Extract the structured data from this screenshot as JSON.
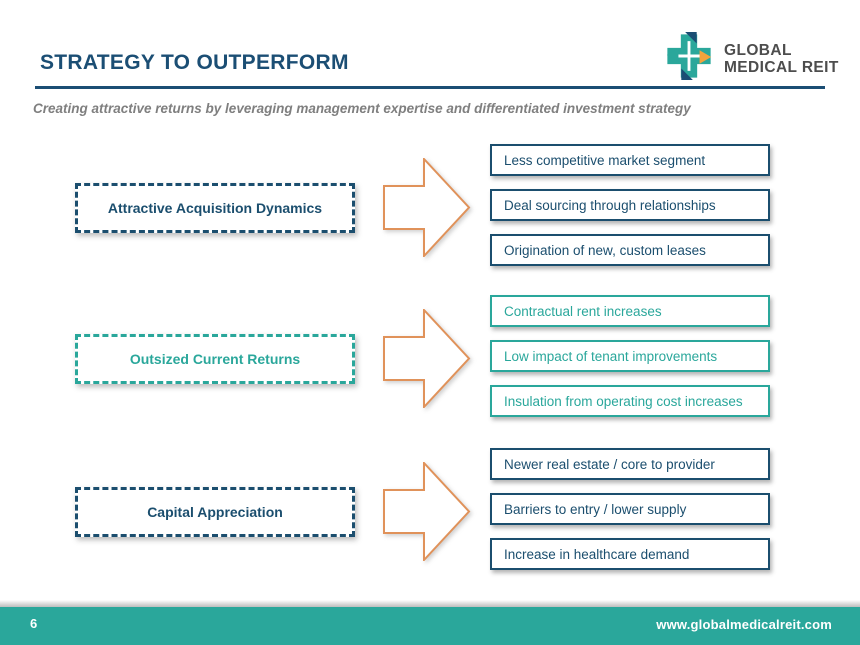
{
  "slide": {
    "title": "STRATEGY TO OUTPERFORM",
    "subtitle": "Creating attractive returns by leveraging management expertise and differentiated investment strategy"
  },
  "logo": {
    "icon": "cross-pinwheel-icon",
    "name_line1": "GLOBAL",
    "name_line2": "MEDICAL REIT"
  },
  "rows": [
    {
      "label": "Attractive Acquisition Dynamics",
      "theme_color": "#1B4E6E",
      "items": [
        "Less competitive market segment",
        "Deal sourcing through relationships",
        "Origination of new, custom leases"
      ]
    },
    {
      "label": "Outsized Current Returns",
      "theme_color": "#2AA79B",
      "items": [
        "Contractual rent increases",
        "Low impact of tenant improvements",
        "Insulation from operating cost increases"
      ]
    },
    {
      "label": "Capital Appreciation",
      "theme_color": "#1B4E6E",
      "items": [
        "Newer real estate / core to provider",
        "Barriers to entry / lower supply",
        "Increase in healthcare demand"
      ]
    }
  ],
  "arrow_icon": {
    "name": "block-arrow-right",
    "color": "#E0925A"
  },
  "footer": {
    "page_number": "6",
    "website": "www.globalmedicalreit.com",
    "bar_color": "#2AA79B"
  },
  "colors": {
    "navy": "#1B4E6E",
    "teal": "#2AA79B",
    "orange": "#E0925A",
    "subtitle_gray": "#7F7F7F",
    "logo_text_gray": "#4D4D4D"
  }
}
